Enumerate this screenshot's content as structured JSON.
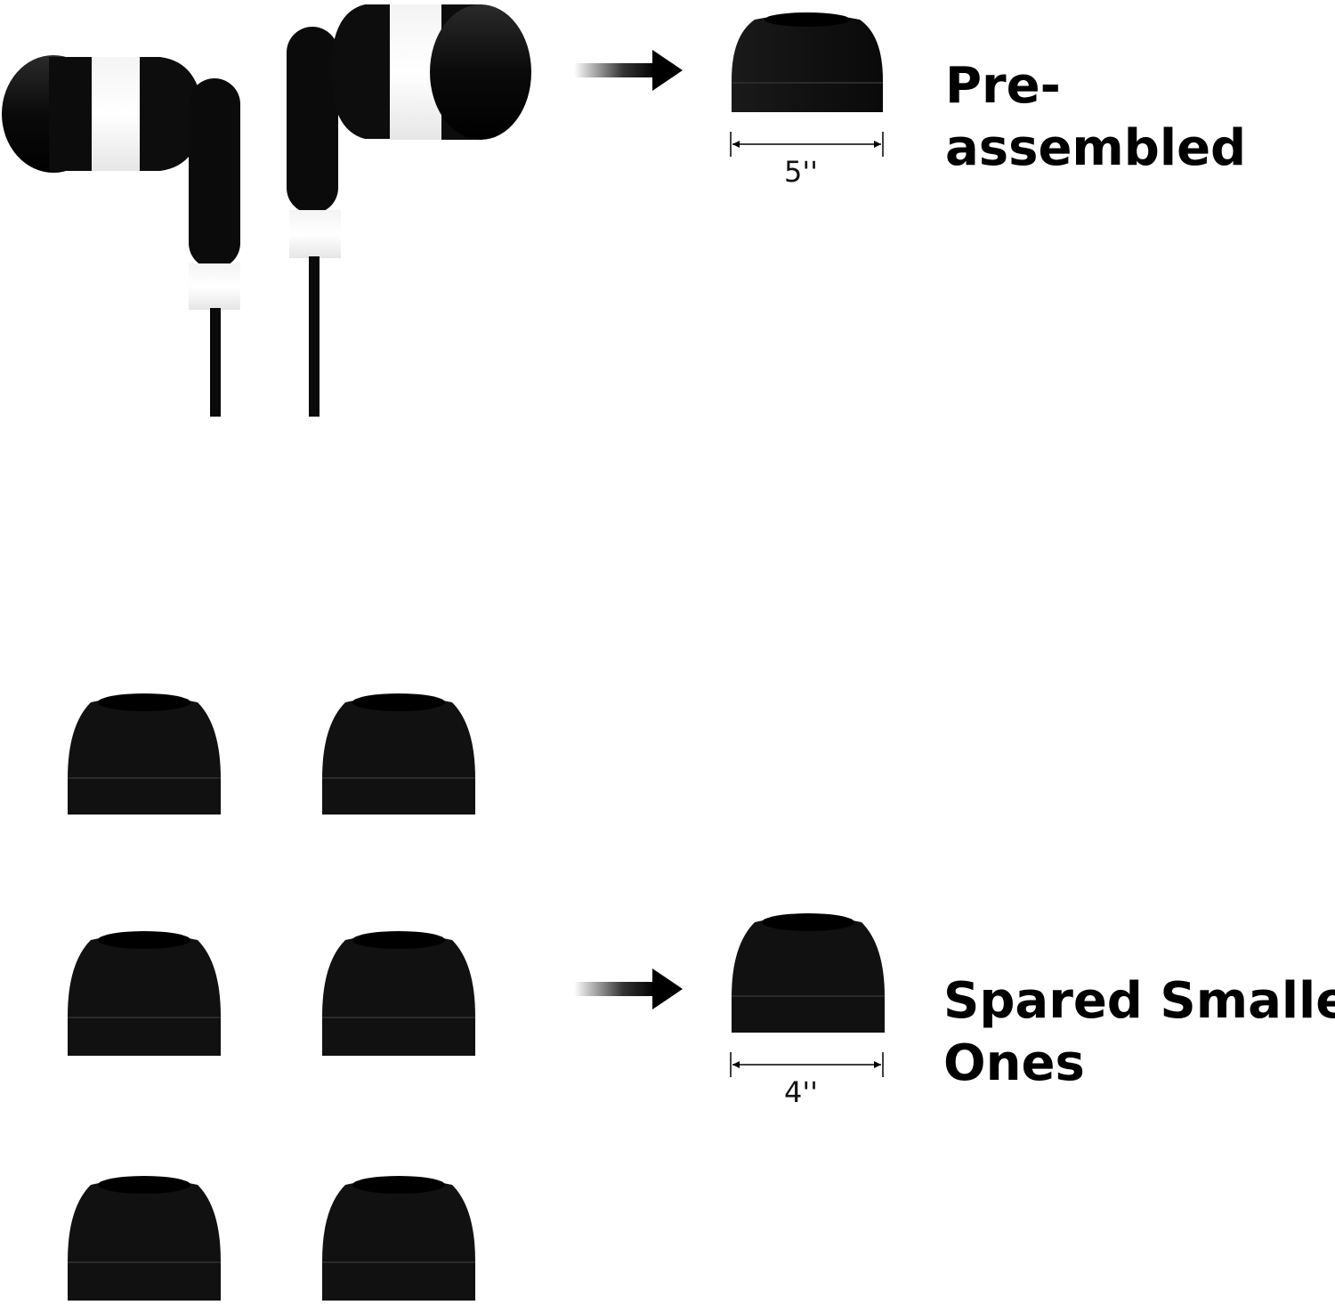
{
  "top_section": {
    "label": "Pre-assembled",
    "dimension": "5''"
  },
  "bottom_section": {
    "label_line1": "Spared Smaller",
    "label_line2": "Ones",
    "dimension": "4''"
  },
  "spare_tip_count": 6,
  "colors": {
    "background": "#ffffff",
    "tip": "#111111",
    "accent_white": "#ffffff"
  },
  "icons": [
    "earphones-image",
    "arrow-right-icon",
    "ear-tip-image",
    "dimension-arrow-icon"
  ]
}
